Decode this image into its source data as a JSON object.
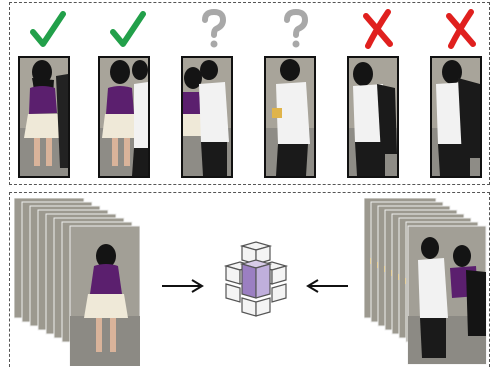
{
  "top_row": {
    "frames": [
      {
        "mark": "check-icon",
        "mark_color": "#22a04a",
        "variant": "girl-front"
      },
      {
        "mark": "check-icon",
        "mark_color": "#22a04a",
        "variant": "girl-boy"
      },
      {
        "mark": "question-icon",
        "mark_color": "#a8a8a8",
        "variant": "boy-girl"
      },
      {
        "mark": "question-icon",
        "mark_color": "#a8a8a8",
        "variant": "boy-front"
      },
      {
        "mark": "cross-icon",
        "mark_color": "#e0201e",
        "variant": "boy-back"
      },
      {
        "mark": "cross-icon",
        "mark_color": "#e0201e",
        "variant": "boy-back"
      }
    ]
  },
  "bottom_row": {
    "left_stack": "girl-sequence",
    "middle": "cube-icon",
    "right_stack": "boy-girl-sequence",
    "accent": "#9b7fc2"
  },
  "colors": {
    "girl_top": "#5b1f6e",
    "skirt": "#efe9d8",
    "shirt": "#f2f2f2",
    "pants": "#1a1a1a",
    "hair": "#141414",
    "ground": "#9a9890"
  }
}
